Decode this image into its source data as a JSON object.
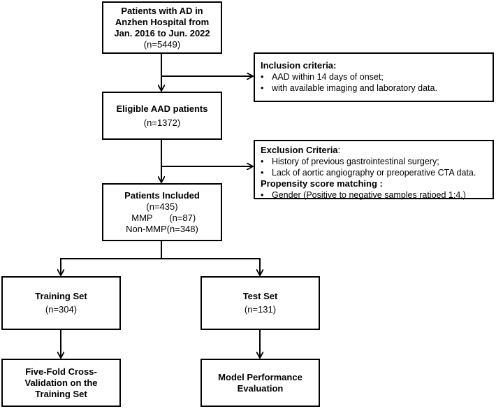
{
  "boxes": {
    "patients_ad": {
      "line1": "Patients with AD in",
      "line2": "Anzhen Hospital from",
      "line3": "Jan. 2016 to Jun. 2022",
      "count": "(n=5449)"
    },
    "inclusion": {
      "title": "Inclusion criteria:",
      "items": [
        "AAD within 14 days of onset;",
        "with available imaging and laboratory data."
      ]
    },
    "eligible": {
      "title": "Eligible AAD patients",
      "count": "(n=1372)"
    },
    "exclusion": {
      "title": "Exclusion Criteria",
      "title_suffix": ":",
      "items": [
        "History of previous gastrointestinal surgery;",
        "Lack of aortic angiography or preoperative CTA data."
      ],
      "psm_title": "Propensity score matching :",
      "psm_items": [
        "Gender (Positive to negative samples ratioed 1:4.)"
      ]
    },
    "included": {
      "title": "Patients Included",
      "count": "(n=435)",
      "mmp_label": "MMP",
      "mmp_count": "(n=87)",
      "nonmmp_label": "Non-MMP",
      "nonmmp_count": "(n=348)"
    },
    "training": {
      "title": "Training Set",
      "count": "(n=304)"
    },
    "test": {
      "title": "Test Set",
      "count": "(n=131)"
    },
    "crossval": {
      "line1": "Five-Fold Cross-",
      "line2": "Validation on the",
      "line3": "Training Set"
    },
    "evaluation": {
      "line1": "Model Performance",
      "line2": "Evaluation"
    }
  },
  "bullet_char": "•"
}
